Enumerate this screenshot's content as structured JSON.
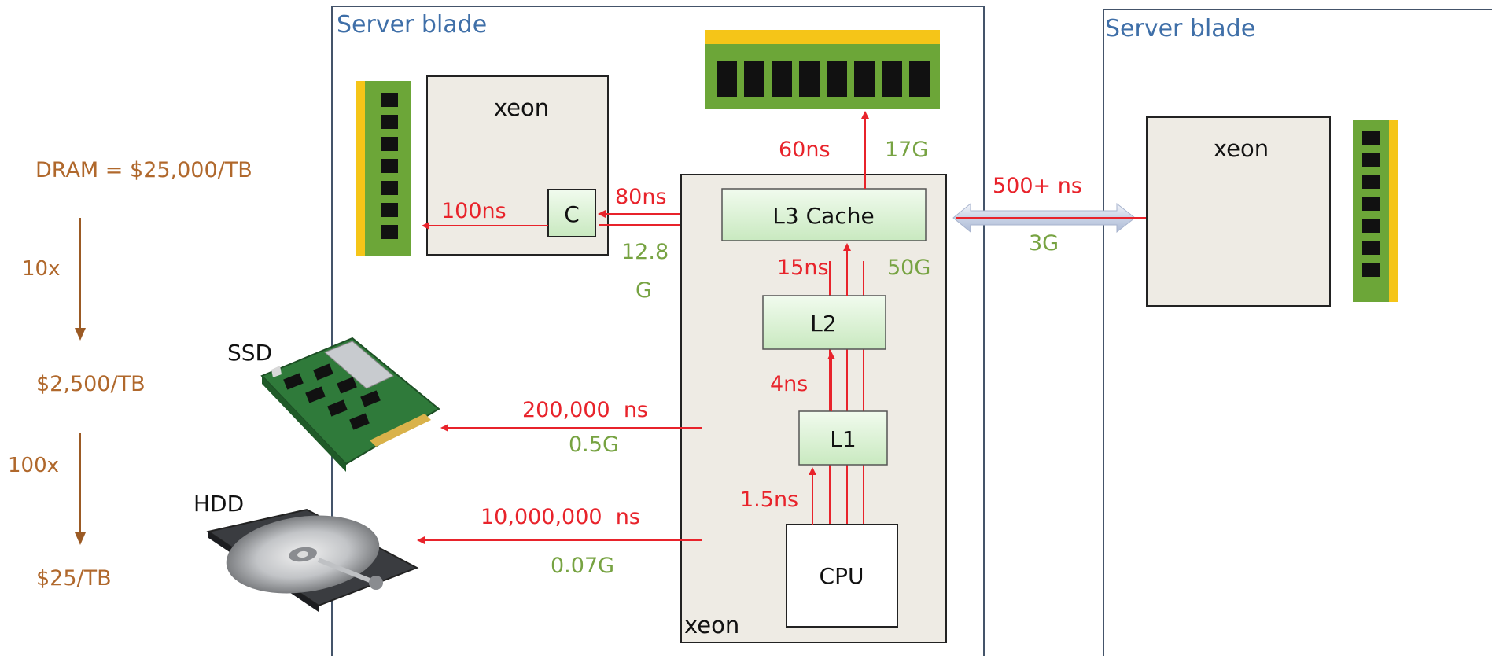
{
  "blades": {
    "left_label": "Server blade",
    "right_label": "Server blade"
  },
  "cost": {
    "dram": "DRAM = $25,000/TB",
    "factor1": "10x",
    "ssd": "$2,500/TB",
    "factor2": "100x",
    "hdd": "$25/TB"
  },
  "chips": {
    "left": "xeon",
    "main": "xeon",
    "right": "xeon",
    "controller": "C"
  },
  "cache": {
    "l3": "L3 Cache",
    "l2": "L2",
    "l1": "L1",
    "cpu": "CPU"
  },
  "devices": {
    "ssd": "SSD",
    "hdd": "HDD"
  },
  "latency": {
    "dram_local": "60ns",
    "l3": "15ns",
    "l2": "4ns",
    "l1": "1.5ns",
    "controller": "80ns",
    "remote_dram": "100ns",
    "remote_blade": "500+ ns",
    "ssd": "200,000  ns",
    "hdd": "10,000,000  ns"
  },
  "bandwidth": {
    "dram_local": "17G",
    "l3": "50G",
    "controller_line1": "12.8",
    "controller_line2": "G",
    "remote_blade": "3G",
    "ssd": "0.5G",
    "hdd": "0.07G"
  },
  "colors": {
    "latency": "#e8232b",
    "bandwidth": "#77a342",
    "cost": "#b0682c",
    "blade_label": "#3f6fa8",
    "blade_border": "#44546a",
    "chip_fill": "#eeebe4",
    "cache_fill": "#dcf2d7",
    "ram_green": "#6ca638",
    "ram_gold": "#f5c518"
  }
}
